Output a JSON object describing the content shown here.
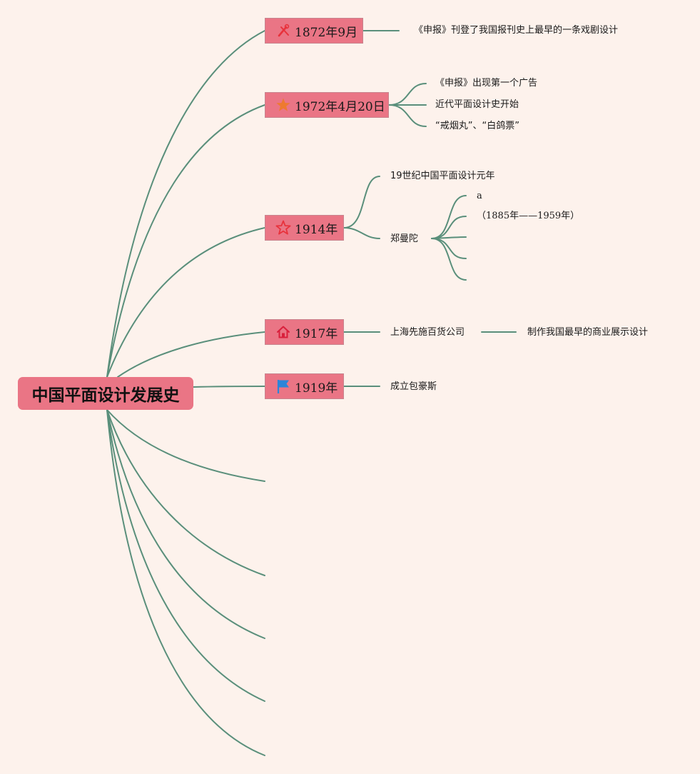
{
  "root": {
    "label": "中国平面设计发展史"
  },
  "branches": [
    {
      "label": "1872年9月",
      "icon": "tools-icon",
      "children": [
        "《申报》刊登了我国报刊史上最早的一条戏剧设计"
      ]
    },
    {
      "label": "1972年4月20日",
      "icon": "star-filled-icon",
      "children": [
        "《申报》出现第一个广告",
        "近代平面设计史开始",
        "“戒烟丸”、“白鸽票”"
      ]
    },
    {
      "label": "1914年",
      "icon": "star-outline-icon",
      "children": [
        "19世纪中国平面设计元年",
        {
          "label": "郑曼陀",
          "children": [
            "a",
            "（1885年——1959年）",
            "",
            "",
            ""
          ]
        }
      ]
    },
    {
      "label": "1917年",
      "icon": "house-icon",
      "children": [
        {
          "label": "上海先施百货公司",
          "children": [
            "制作我国最早的商业展示设计"
          ]
        }
      ]
    },
    {
      "label": "1919年",
      "icon": "flag-icon",
      "children": [
        "成立包豪斯"
      ]
    },
    {
      "label": ""
    },
    {
      "label": ""
    },
    {
      "label": ""
    },
    {
      "label": ""
    },
    {
      "label": ""
    }
  ],
  "colors": {
    "background": "#fdf2ec",
    "node_fill": "#ea7585",
    "connector": "#5a8f7b",
    "icon_red": "#e8323c",
    "icon_orange": "#ee7a2f",
    "icon_blue": "#2c85d8"
  }
}
